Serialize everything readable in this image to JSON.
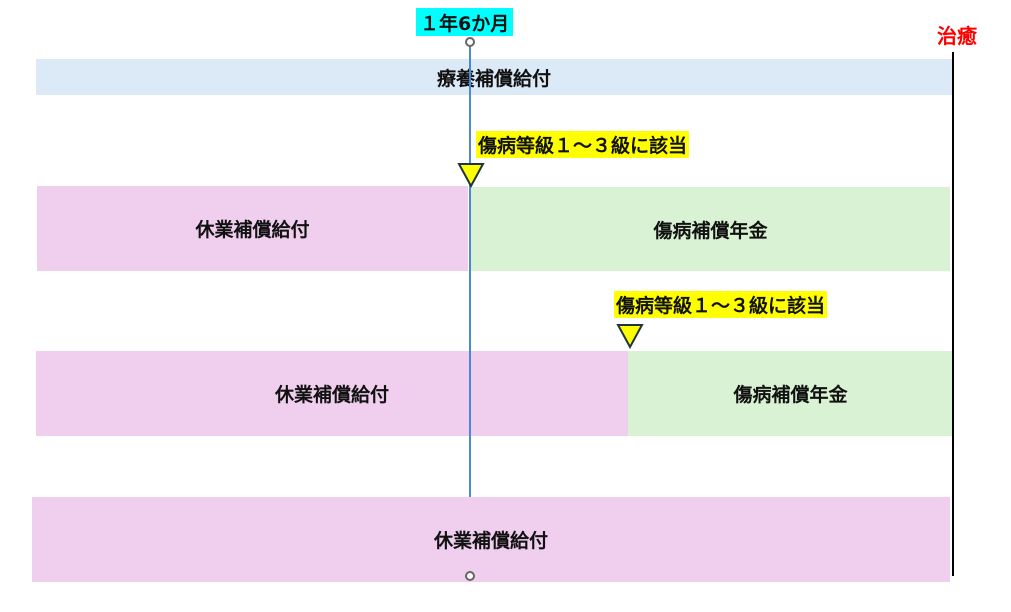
{
  "markers": {
    "one_year_six_months": "１年6か月",
    "cure": "治癒"
  },
  "bars": {
    "medical": "療養補償給付",
    "row1_leave": "休業補償給付",
    "row1_pension": "傷病補償年金",
    "row2_leave": "休業補償給付",
    "row2_pension": "傷病補償年金",
    "row3_leave": "休業補償給付"
  },
  "annotations": {
    "grade_1": "傷病等級１～３級に該当",
    "grade_2": "傷病等級１～３級に該当"
  },
  "colors": {
    "medical": "#dce9f6",
    "leave": "#f0cfee",
    "pension": "#d9f2d3",
    "highlight": "#ffff00",
    "timeline": "#4a8ad4",
    "cure": "#ff0000"
  }
}
